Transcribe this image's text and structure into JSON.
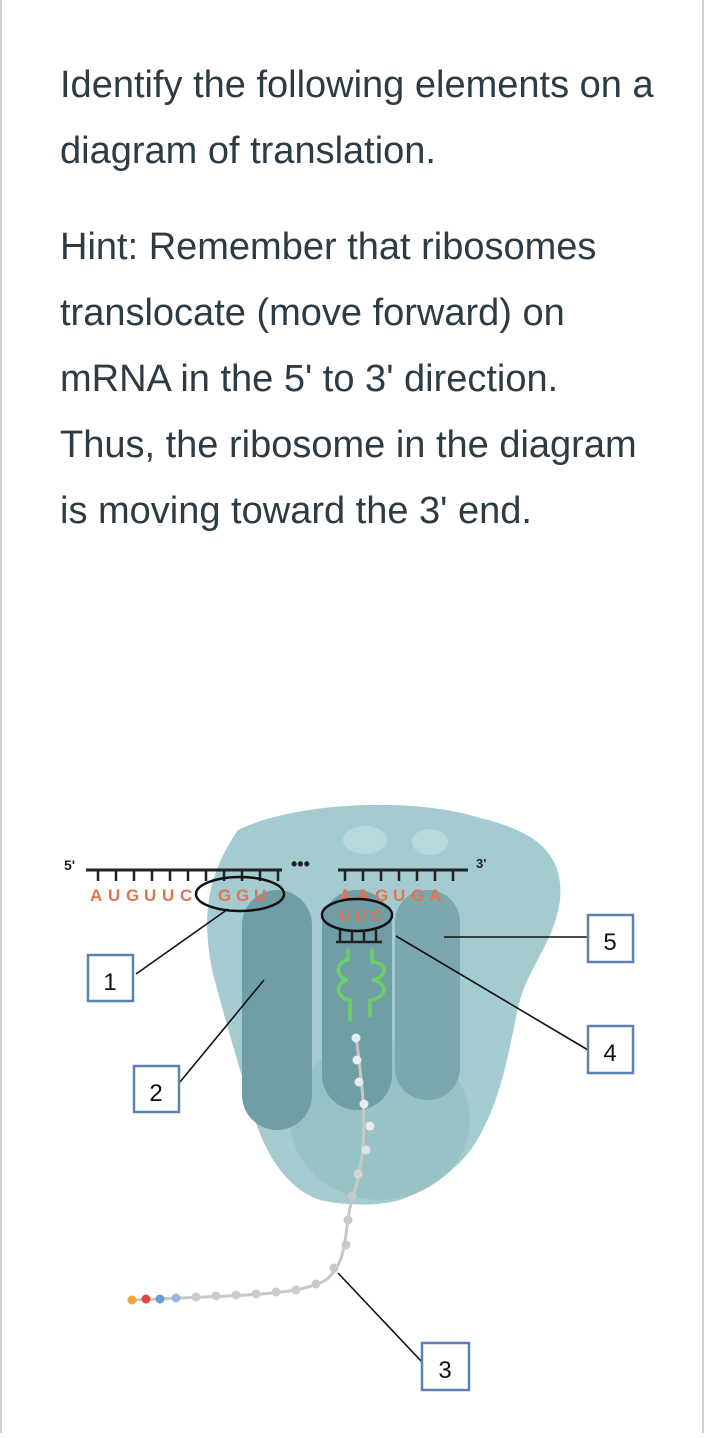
{
  "question": {
    "line1": "Identify the following elements on a diagram of translation.",
    "line2": "Hint: Remember that ribosomes translocate (move forward) on mRNA in the 5' to 3' direction. Thus, the ribosome in the diagram is moving toward the 3' end."
  },
  "diagram": {
    "end5": "5'",
    "end3": "3'",
    "mrna_left": [
      "A",
      "U",
      "G",
      "U",
      "U",
      "C",
      "G",
      "G",
      "U"
    ],
    "mrna_right": [
      "A",
      "A",
      "G",
      "U",
      "G",
      "A"
    ],
    "anticodon": [
      "U",
      "U",
      "C"
    ],
    "ellipsis": "•••",
    "boxes": [
      "1",
      "2",
      "3",
      "4",
      "5"
    ]
  },
  "colors": {
    "ribosome": "#a4ccd0",
    "ribosome_dark": "#5f8e94",
    "mrna_text": "#e5734f",
    "trna": "#6bcf68",
    "box_border": "#5b82b5",
    "text": "#2d3b45"
  }
}
